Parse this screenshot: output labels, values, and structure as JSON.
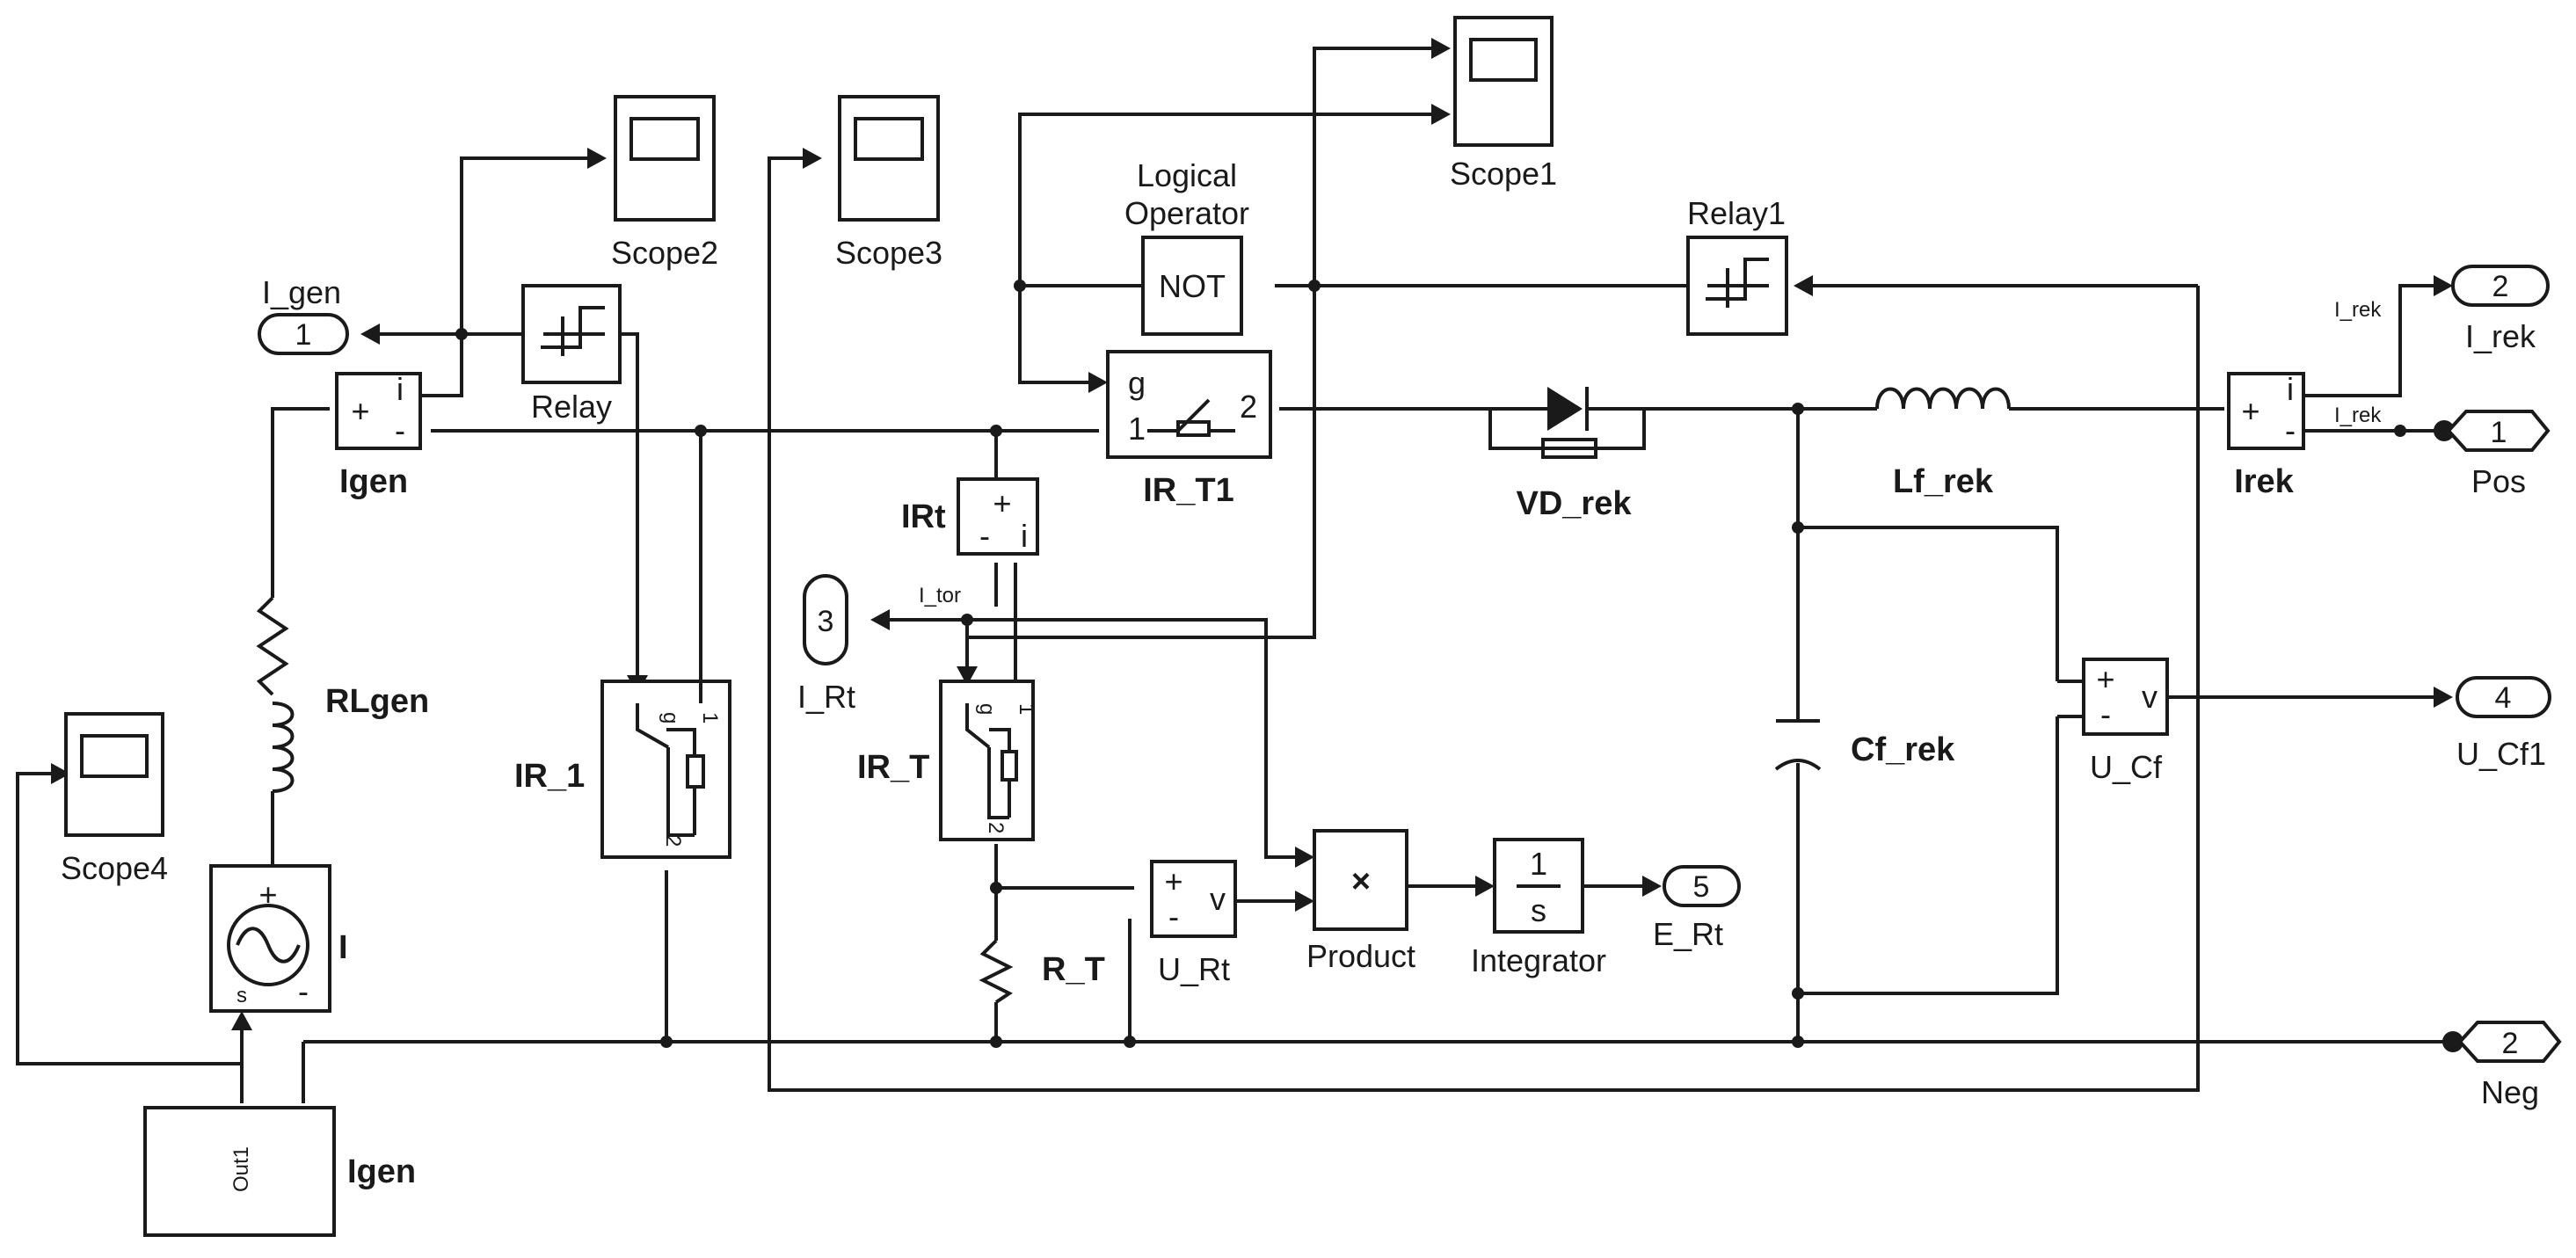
{
  "blocks": {
    "scope1": "Scope1",
    "scope2": "Scope2",
    "scope3": "Scope3",
    "scope4": "Scope4",
    "logical_operator_line1": "Logical",
    "logical_operator_line2": "Operator",
    "not_text": "NOT",
    "relay": "Relay",
    "relay1": "Relay1",
    "igen_meas": "Igen",
    "igen_src": "Igen",
    "rlgen": "RLgen",
    "ir_1": "IR_1",
    "ir_t": "IR_T",
    "ir_t1": "IR_T1",
    "irt": "IRt",
    "vd_rek": "VD_rek",
    "lf_rek": "Lf_rek",
    "cf_rek": "Cf_rek",
    "irek": "Irek",
    "u_cf": "U_Cf",
    "u_rt": "U_Rt",
    "r_t": "R_T",
    "product": "Product",
    "integrator": "Integrator",
    "integrator_num": "1",
    "integrator_den": "s",
    "source_i": "I",
    "out1": "Out1",
    "product_sym": "×",
    "plus": "+",
    "minus": "-",
    "i_sym": "i",
    "v_sym": "v",
    "g": "g",
    "one": "1",
    "two": "2",
    "s": "s"
  },
  "ports": {
    "i_gen": {
      "num": "1",
      "label": "I_gen"
    },
    "i_rt": {
      "num": "3",
      "label": "I_Rt"
    },
    "i_rek": {
      "num": "2",
      "label": "I_rek"
    },
    "pos": {
      "num": "1",
      "label": "Pos"
    },
    "u_cf1": {
      "num": "4",
      "label": "U_Cf1"
    },
    "e_rt": {
      "num": "5",
      "label": "E_Rt"
    },
    "neg": {
      "num": "2",
      "label": "Neg"
    }
  },
  "signals": {
    "i_tor": "I_tor",
    "i_rek_a": "I_rek",
    "i_rek_b": "I_rek"
  },
  "colors": {
    "line": "#1a1a1a",
    "background": "#ffffff"
  }
}
